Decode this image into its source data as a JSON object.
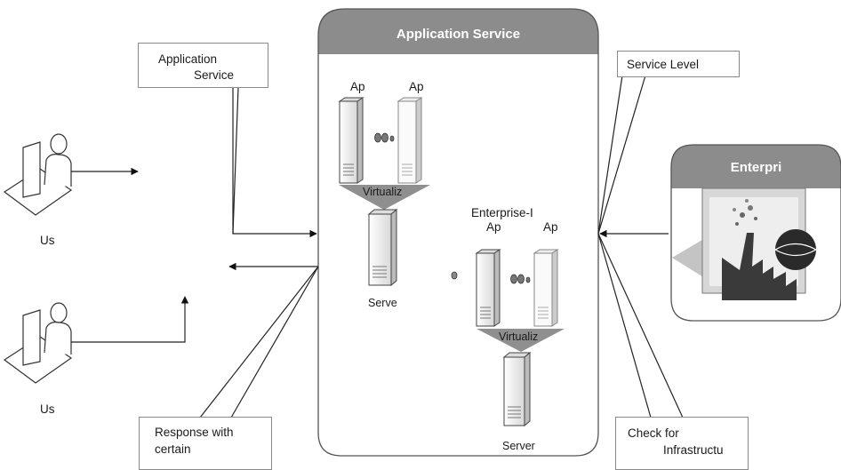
{
  "app_service": {
    "title": "Application Service"
  },
  "enterprise": {
    "title": "Enterpri"
  },
  "callouts": {
    "application_service": {
      "line1": "Application",
      "line2": "Service"
    },
    "service_level": {
      "line1": "Service Level"
    },
    "response": {
      "line1": "Response with",
      "line2": "certain"
    },
    "check": {
      "line1": "Check for",
      "line2": "Infrastructu"
    }
  },
  "users": {
    "top": "Us",
    "bottom": "Us"
  },
  "left_group": {
    "ap1": "Ap",
    "ap2": "Ap",
    "virtualization": "Virtualiz",
    "server": "Serve"
  },
  "right_group": {
    "label": "Enterprise-I",
    "ap1": "Ap",
    "ap2": "Ap",
    "virtualization": "Virtualiz",
    "server": "Server"
  },
  "colors": {
    "header_gray": "#8c8c8c",
    "line": "#222222",
    "funnel": "#8f8f8f"
  }
}
